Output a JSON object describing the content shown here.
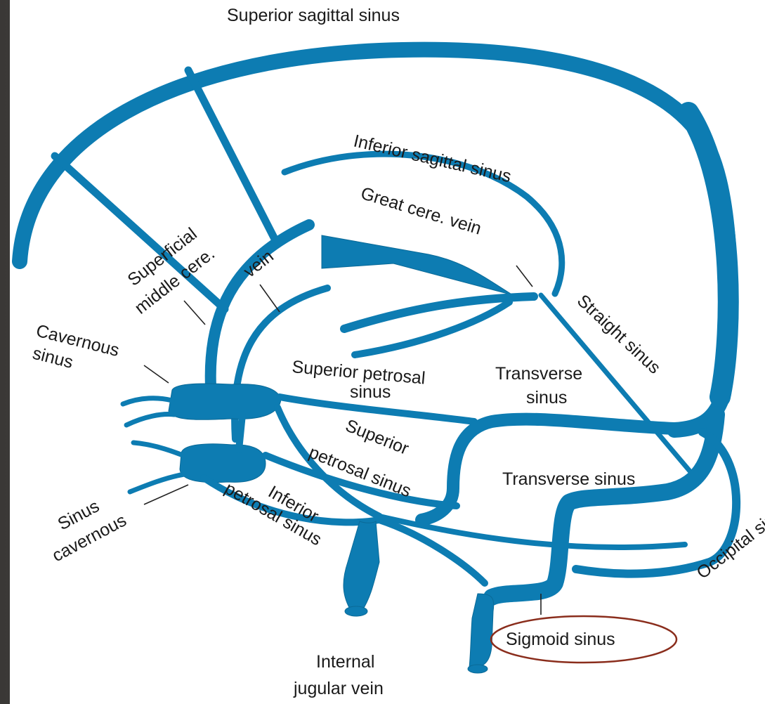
{
  "colors": {
    "vessel": "#0d7cb2",
    "highlight": "#8a2d1c",
    "background": "#ffffff",
    "frame": "#4a4744"
  },
  "labels": {
    "superior_sagittal_sinus": "Superior sagittal sinus",
    "inferior_sagittal_sinus": "Inferior sagittal sinus",
    "great_cere_vein": "Great cere. vein",
    "superficial_middle_cere_vein_1": "Superficial",
    "superficial_middle_cere_vein_2": "middle cere.",
    "superficial_middle_cere_vein_3": "vein",
    "cavernous_sinus_1": "Cavernous",
    "cavernous_sinus_2": "sinus",
    "superior_petrosal_sinus_a_1": "Superior petrosal",
    "superior_petrosal_sinus_a_2": "sinus",
    "transverse_sinus_a_1": "Transverse",
    "transverse_sinus_a_2": "sinus",
    "straight_sinus": "Straight sinus",
    "superior_petrosal_sinus_b_1": "Superior",
    "superior_petrosal_sinus_b_2": "petrosal sinus",
    "transverse_sinus_b": "Transverse sinus",
    "sinus_cavernous_1": "Sinus",
    "sinus_cavernous_2": "cavernous",
    "inferior_petrosal_sinus_1": "Inferior",
    "inferior_petrosal_sinus_2": "petrosal sinus",
    "occipital_sinus": "Occipital sinus",
    "sigmoid_sinus": "Sigmoid sinus",
    "internal_jugular_vein_1": "Internal",
    "internal_jugular_vein_2": "jugular vein"
  }
}
